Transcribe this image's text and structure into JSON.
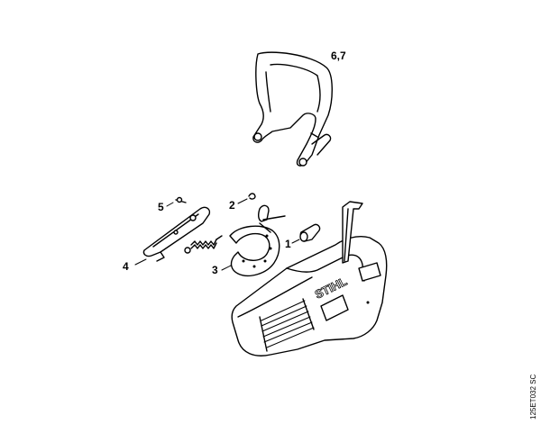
{
  "diagram": {
    "callouts": {
      "part_1": "1",
      "part_2": "2",
      "part_3": "3",
      "part_4": "4",
      "part_5": "5",
      "part_6_7": "6,7"
    },
    "logo_text": "STIHL",
    "drawing_code": "125ET032 SC"
  }
}
